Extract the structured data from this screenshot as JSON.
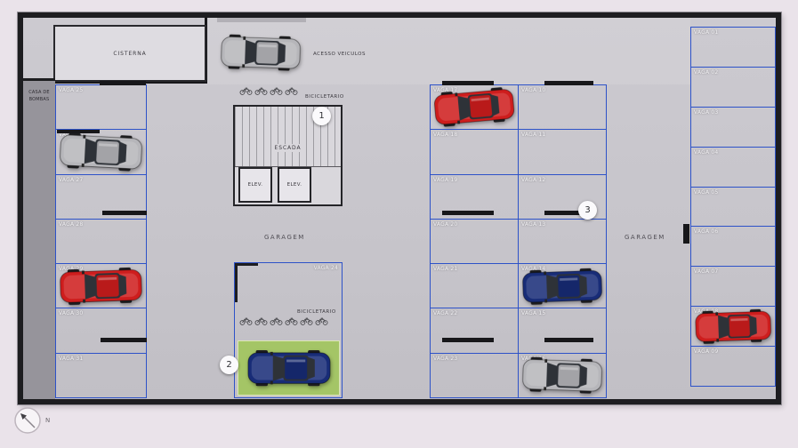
{
  "colors": {
    "line_blue": "#2d52c8",
    "green_pad": "#a4c566",
    "car_red": "#ce1d1d",
    "car_blue": "#182c77",
    "car_silver": "#b6b6ba"
  },
  "rooms": {
    "cisterna": "CISTERNA",
    "casa_de_bombas": "CASA DE BOMBAS",
    "stair_core": {
      "escada": "ESCADA",
      "elev_left": "ELEV.",
      "elev_right": "ELEV.",
      "bicicletario": "BICICLETARIO"
    },
    "bike_room": {
      "bicicletario": "BICICLETARIO"
    }
  },
  "corridor": {
    "acesso_veiculos": "ACESSO VEICULOS",
    "car": "silver"
  },
  "aisles": {
    "garagem_left": "GARAGEM",
    "garagem_right": "GARAGEM"
  },
  "badges": {
    "one": "1",
    "two": "2",
    "three": "3"
  },
  "compass": {
    "north": "N"
  },
  "parking": {
    "left_column": [
      {
        "label": "VAGA 25",
        "car": null
      },
      {
        "label": "VAGA 26",
        "car": "silver",
        "tilt": 3
      },
      {
        "label": "VAGA 27",
        "car": null
      },
      {
        "label": "VAGA 28",
        "car": null
      },
      {
        "label": "VAGA 29",
        "car": "red",
        "tilt": -2
      },
      {
        "label": "VAGA 30",
        "car": null
      },
      {
        "label": "VAGA 31",
        "car": null
      }
    ],
    "middle_left_column": [
      {
        "label": "VAGA 17",
        "car": "red",
        "tilt": -5
      },
      {
        "label": "VAGA 18",
        "car": null
      },
      {
        "label": "VAGA 19",
        "car": null
      },
      {
        "label": "VAGA 20",
        "car": null
      },
      {
        "label": "VAGA 21",
        "car": null
      },
      {
        "label": "VAGA 22",
        "car": null
      },
      {
        "label": "VAGA 23",
        "car": null
      }
    ],
    "middle_right_column": [
      {
        "label": "VAGA 10",
        "car": null
      },
      {
        "label": "VAGA 11",
        "car": null
      },
      {
        "label": "VAGA 12",
        "car": null
      },
      {
        "label": "VAGA 13",
        "car": null
      },
      {
        "label": "VAGA 14",
        "car": "blue",
        "tilt": -2
      },
      {
        "label": "VAGA 15",
        "car": null
      },
      {
        "label": "VAGA 16",
        "car": "silver",
        "tilt": 2
      }
    ],
    "right_column": [
      {
        "label": "VAGA 01",
        "car": null
      },
      {
        "label": "VAGA 02",
        "car": null
      },
      {
        "label": "VAGA 03",
        "car": null
      },
      {
        "label": "VAGA 04",
        "car": null
      },
      {
        "label": "VAGA 05",
        "car": null
      },
      {
        "label": "VAGA 06",
        "car": null
      },
      {
        "label": "VAGA 07",
        "car": null
      },
      {
        "label": "VAGA 08",
        "car": "red",
        "tilt": -2
      },
      {
        "label": "VAGA 09",
        "car": null
      }
    ],
    "special_space": {
      "label": "VAGA 24",
      "car": "blue"
    }
  }
}
